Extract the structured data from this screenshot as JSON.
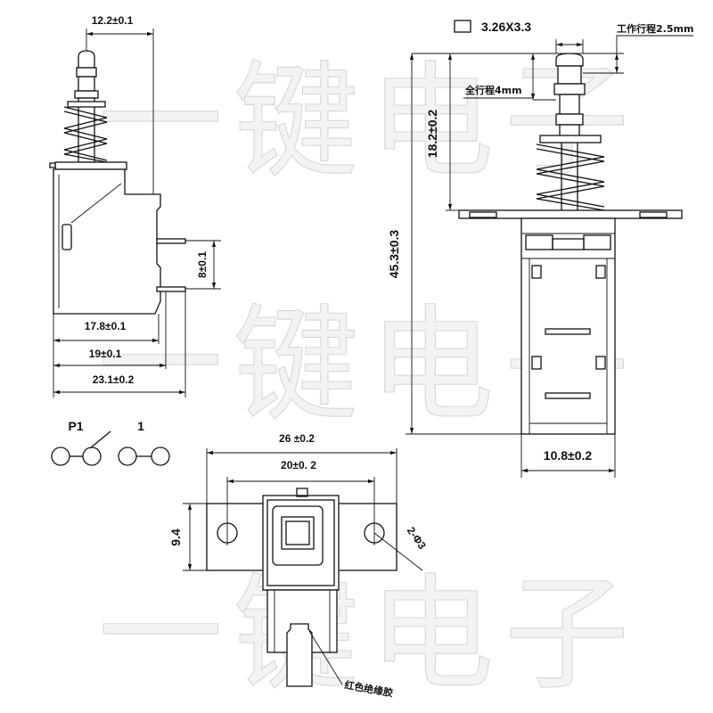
{
  "watermark": "一键电子",
  "side_view": {
    "dim_plunger": "12.2±0.1",
    "dim_pin_spacing": "8±0.1",
    "dim_body": "17.8±0.1",
    "dim_body_pins": "19±0.1",
    "dim_overall": "23.1±0.2"
  },
  "schematic": {
    "label_p1": "P1",
    "label_1": "1"
  },
  "front_view": {
    "button_size": "3.26X3.3",
    "work_stroke": "工作行程2.5mm",
    "full_stroke": "全行程4mm",
    "dim_plunger_height": "18.2±0.2",
    "dim_total_height": "45.3±0.3",
    "dim_body_width": "10.8±0.2"
  },
  "bottom_view": {
    "dim_flange_width": "26 ±0.2",
    "dim_hole_spacing": "20±0.  2",
    "dim_flange_height": "9.4",
    "hole_label": "2-Φ3",
    "insulation_label": "红色绝缘胶"
  }
}
